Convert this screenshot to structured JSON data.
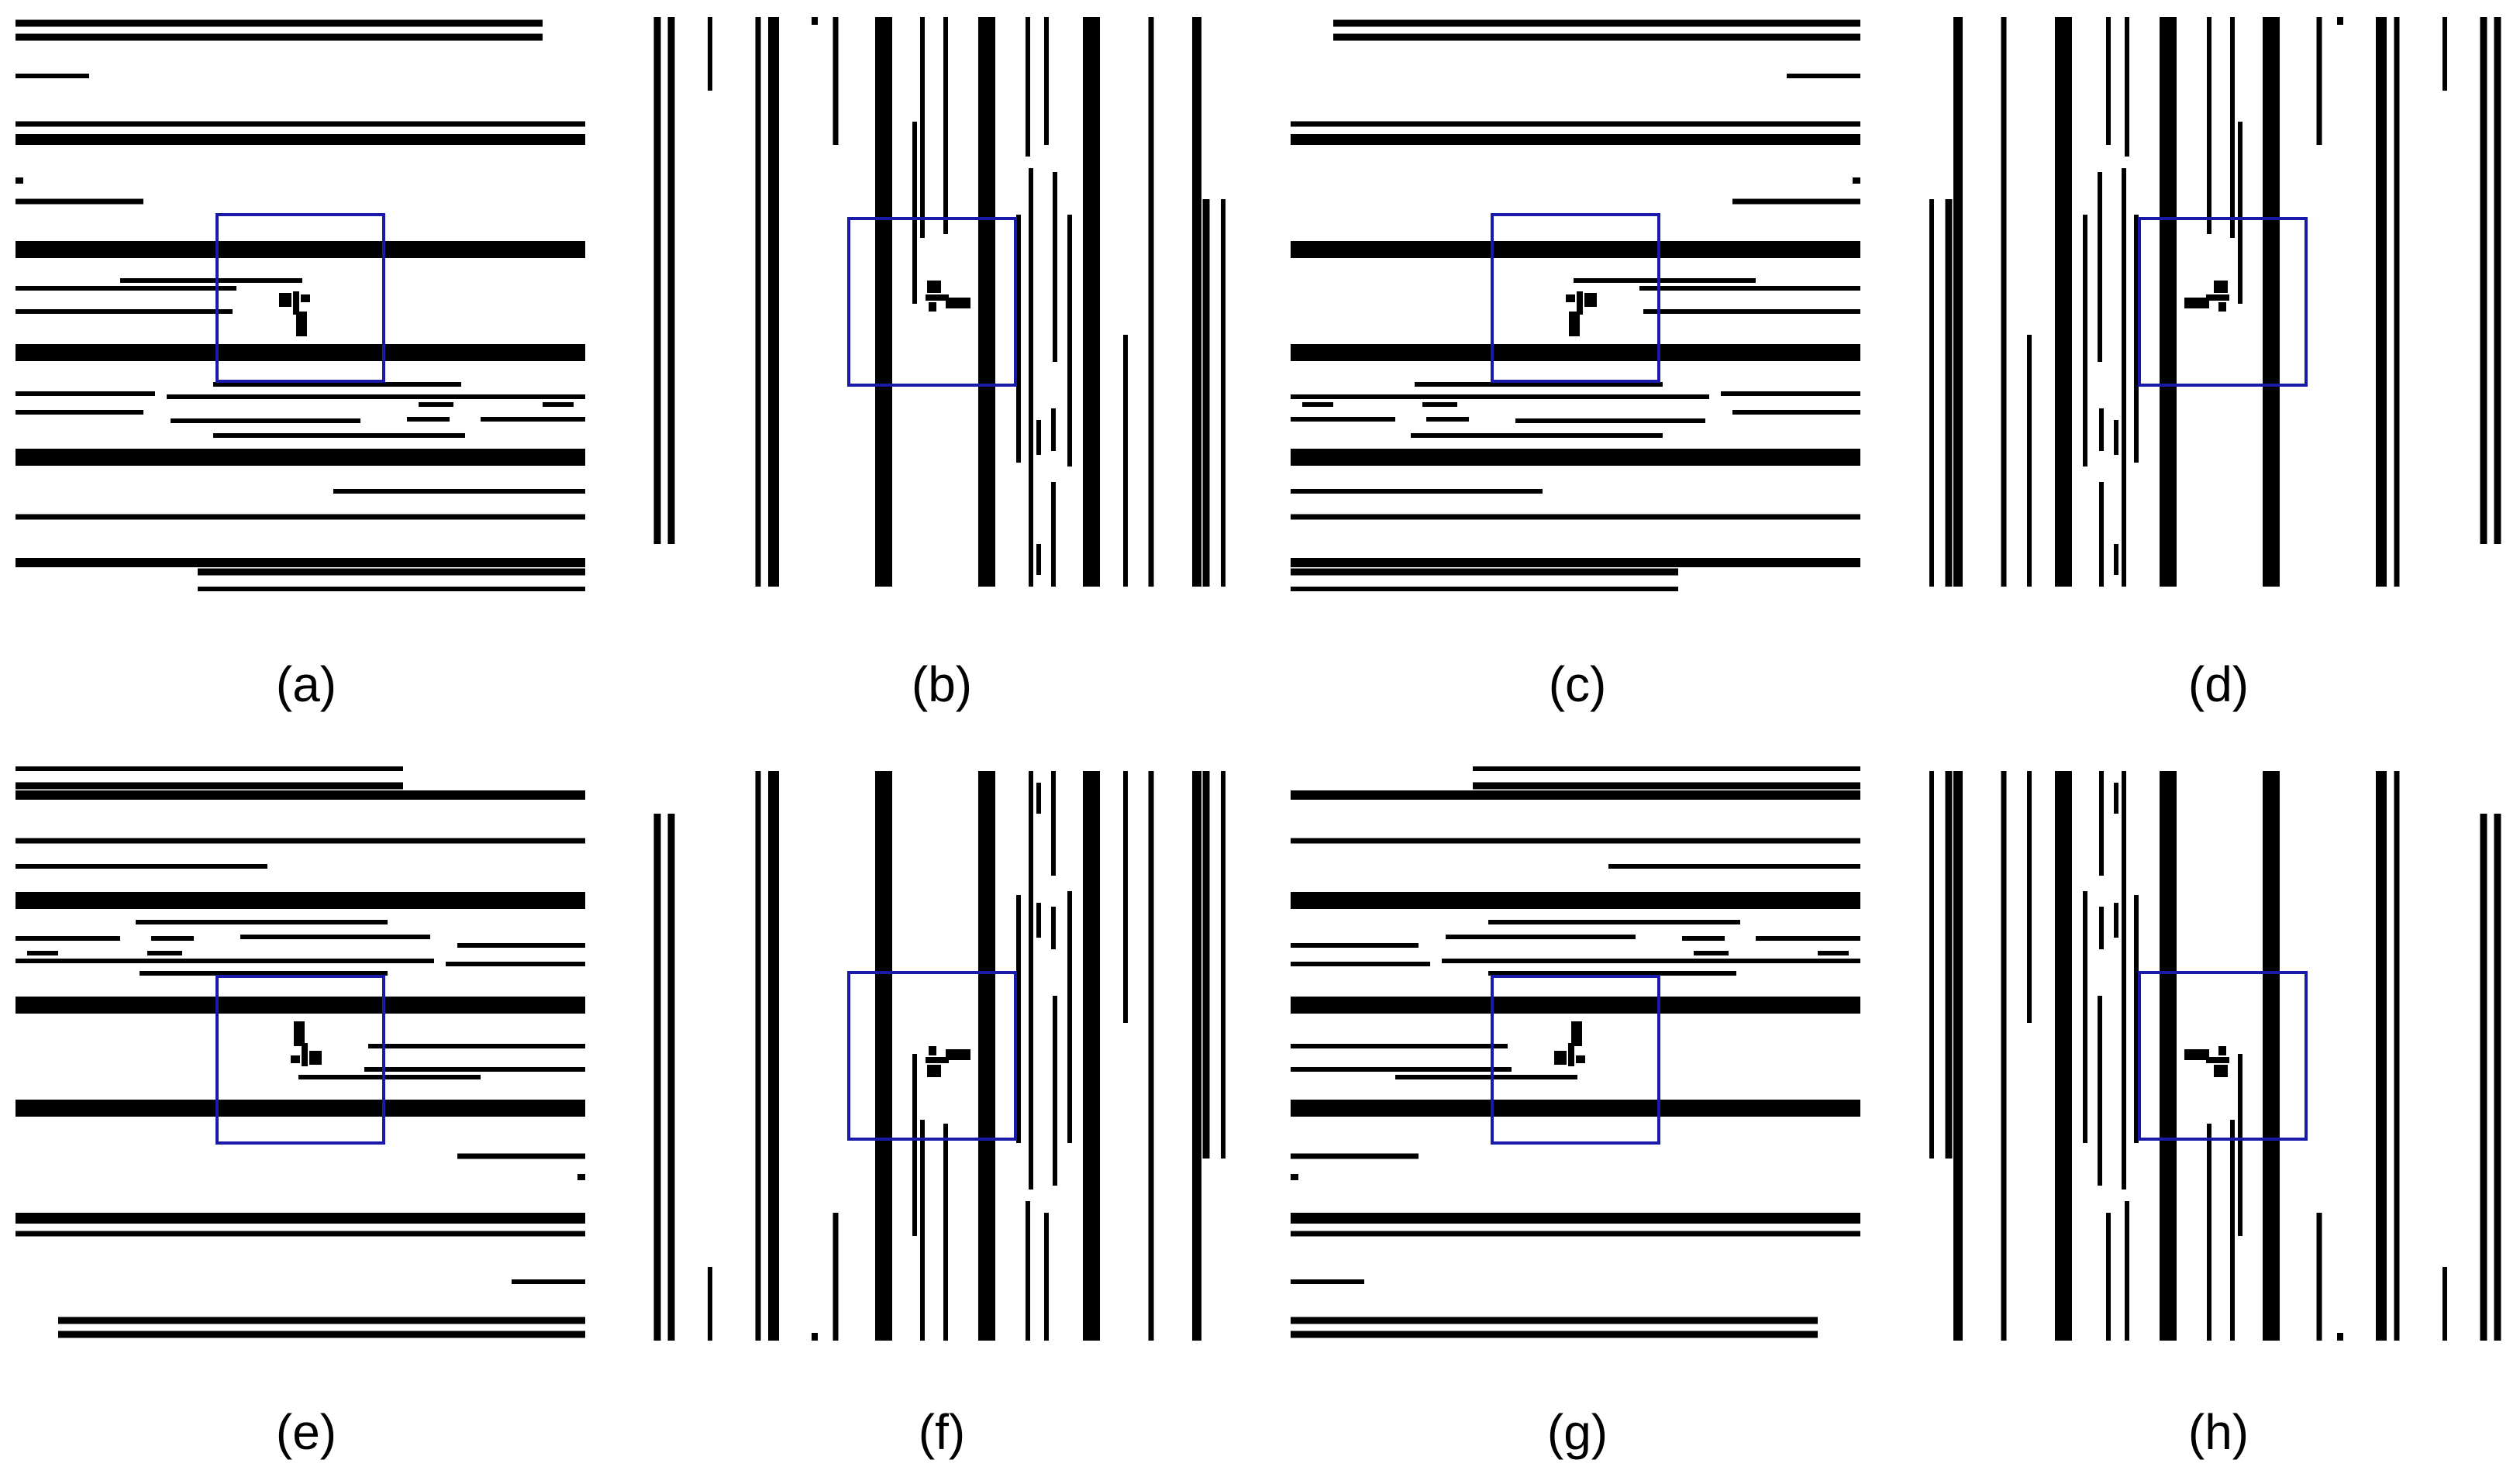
{
  "figure": {
    "colors": {
      "ink": "#000000",
      "highlight_box": "#1a1aaa",
      "background": "#ffffff"
    },
    "panels": [
      {
        "id": "a",
        "caption": "(a)"
      },
      {
        "id": "b",
        "caption": "(b)"
      },
      {
        "id": "c",
        "caption": "(c)"
      },
      {
        "id": "d",
        "caption": "(d)"
      },
      {
        "id": "e",
        "caption": "(e)"
      },
      {
        "id": "f",
        "caption": "(f)"
      },
      {
        "id": "g",
        "caption": "(g)"
      },
      {
        "id": "h",
        "caption": "(h)"
      }
    ]
  }
}
